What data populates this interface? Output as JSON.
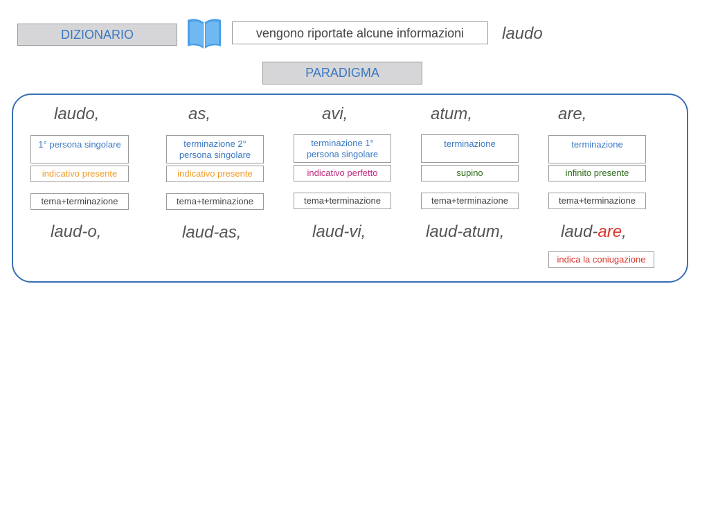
{
  "header": {
    "dizionario_label": "DIZIONARIO",
    "info_text": "vengono riportate alcune informazioni",
    "headword": "laudo",
    "book_icon": "open-book-icon",
    "paradigma_label": "PARADIGMA"
  },
  "columns": [
    {
      "form": "laudo,",
      "meaning": "1° persona singolare",
      "detail": "indicativo presente",
      "structure": "tema+terminazione",
      "split": "laud-o,"
    },
    {
      "form": "as,",
      "meaning": "terminazione 2° persona singolare",
      "detail": "indicativo presente",
      "structure": "tema+terminazione",
      "split": "laud-as,"
    },
    {
      "form": "avi,",
      "meaning": "terminazione 1° persona singolare",
      "detail": "indicativo perfetto",
      "structure": "tema+terminazione",
      "split": "laud-vi,"
    },
    {
      "form": "atum,",
      "meaning": "terminazione",
      "detail": "supino",
      "structure": "tema+terminazione",
      "split": "laud-atum,"
    },
    {
      "form": "are,",
      "meaning": "terminazione",
      "detail": "infinito presente",
      "structure": "tema+terminazione",
      "split_stem": "laud-",
      "split_ending": "are",
      "split_comma": ",",
      "note": "indica la coniugazione"
    }
  ],
  "colors": {
    "blue": "#3a78c2",
    "orange": "#ef9c2a",
    "magenta": "#c0287e",
    "green": "#2e6b1a",
    "red": "#d9342b",
    "panel_border": "#3a6fb5"
  }
}
